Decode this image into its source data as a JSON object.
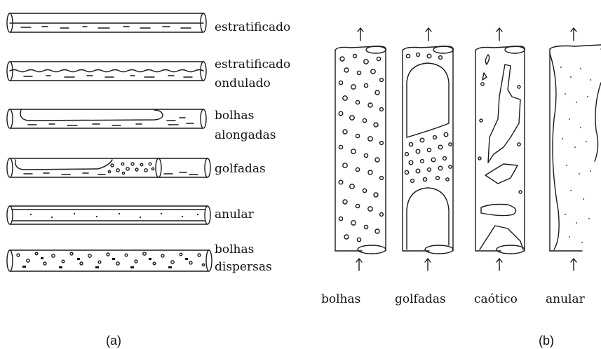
{
  "panel_a": {
    "caption": "(a)",
    "regimes": [
      {
        "id": "stratified",
        "lines": [
          "estratificado"
        ]
      },
      {
        "id": "stratified-wavy",
        "lines": [
          "estratificado",
          "ondulado"
        ]
      },
      {
        "id": "elongated-bubbles",
        "lines": [
          "bolhas",
          "alongadas"
        ]
      },
      {
        "id": "slug",
        "lines": [
          "golfadas"
        ]
      },
      {
        "id": "annular",
        "lines": [
          "anular"
        ]
      },
      {
        "id": "dispersed-bubbles",
        "lines": [
          "bolhas",
          "dispersas"
        ]
      }
    ]
  },
  "panel_b": {
    "caption": "(b)",
    "regimes": [
      {
        "id": "bubbly",
        "label": "bolhas"
      },
      {
        "id": "slug",
        "label": "golfadas"
      },
      {
        "id": "churn",
        "label": "caótico"
      },
      {
        "id": "annular",
        "label": "anular"
      }
    ]
  }
}
